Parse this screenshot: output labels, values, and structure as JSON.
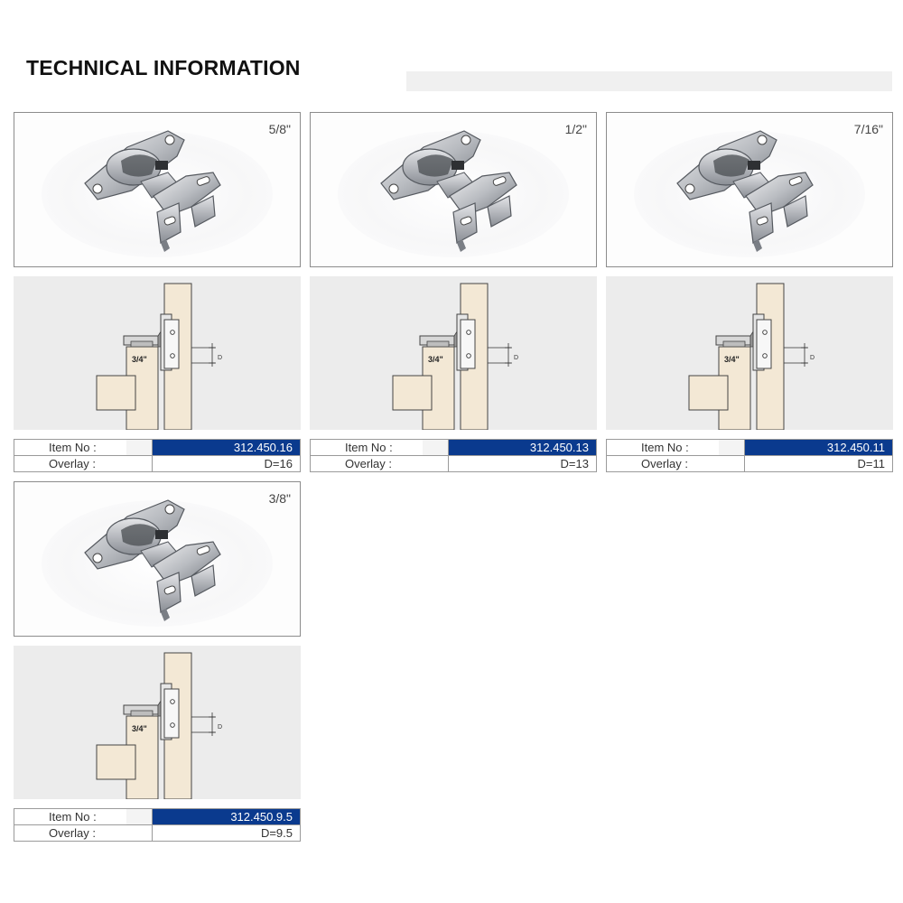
{
  "title": "TECHNICAL INFORMATION",
  "diagram_thickness": "3/4\"",
  "diagram_dim": "D",
  "labels": {
    "item_no": "Item No :",
    "overlay": "Overlay :"
  },
  "products": [
    {
      "size": "5/8\"",
      "item_no": "312.450.16",
      "overlay": "D=16"
    },
    {
      "size": "1/2\"",
      "item_no": "312.450.13",
      "overlay": "D=13"
    },
    {
      "size": "7/16\"",
      "item_no": "312.450.11",
      "overlay": "D=11"
    },
    {
      "size": "3/8\"",
      "item_no": "312.450.9.5",
      "overlay": "D=9.5"
    }
  ]
}
